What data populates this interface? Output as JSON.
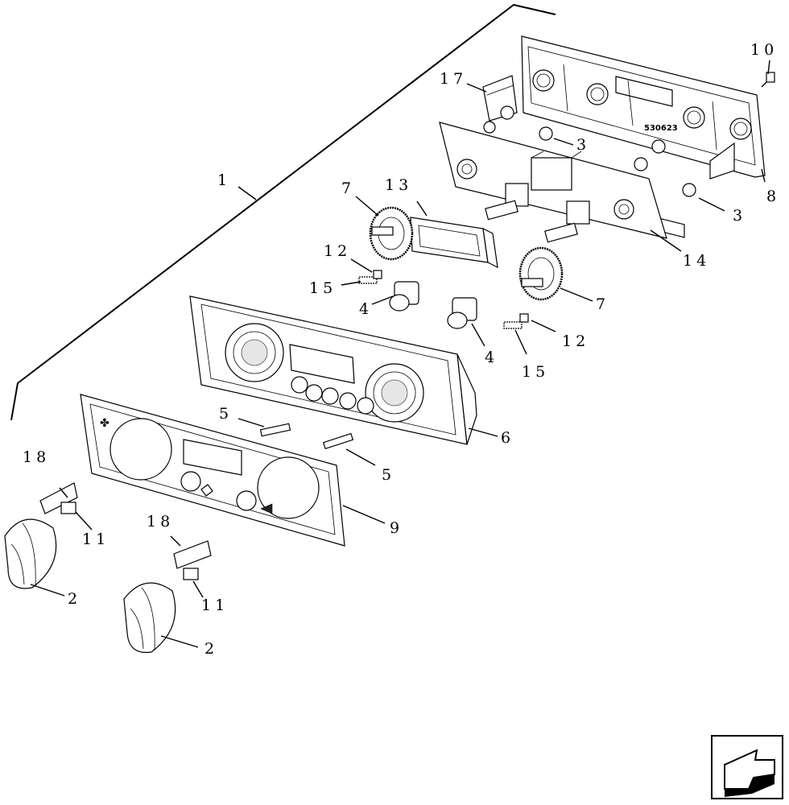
{
  "diagram": {
    "callouts": {
      "c1": "1",
      "c2a": "2",
      "c2b": "2",
      "c3a": "3",
      "c3b": "3",
      "c4a": "4",
      "c4b": "4",
      "c5a": "5",
      "c5b": "5",
      "c6": "6",
      "c7a": "7",
      "c7b": "7",
      "c8": "8",
      "c9": "9",
      "c10": "10",
      "c11a": "11",
      "c11b": "11",
      "c12a": "12",
      "c12b": "12",
      "c13": "13",
      "c14": "14",
      "c15a": "15",
      "c15b": "15",
      "c17": "17",
      "c18a": "18",
      "c18b": "18"
    },
    "housing_code": "530623"
  },
  "icons": {
    "nav": "next-page-arrow-icon"
  }
}
